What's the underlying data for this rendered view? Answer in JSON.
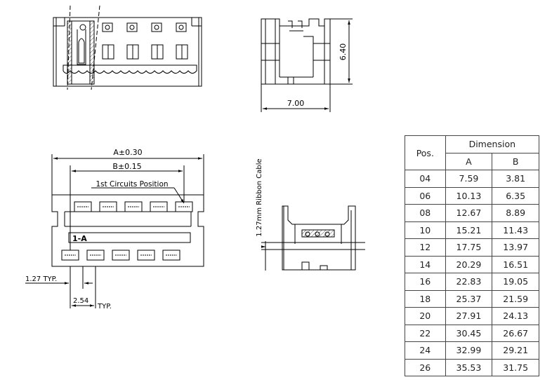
{
  "dimensions": {
    "height": "6.40",
    "width": "7.00",
    "a_dim": "A±0.30",
    "b_dim": "B±0.15",
    "first_circuit": "1st Circuits Position",
    "marker": "1-A",
    "pitch_127": "1.27 TYP.",
    "pitch_254": "2.54",
    "typ": "TYP.",
    "ribbon": "1.27mm Ribbon Cable"
  },
  "table": {
    "pos_header": "Pos.",
    "dim_header": "Dimension",
    "col_a": "A",
    "col_b": "B",
    "rows": [
      {
        "pos": "04",
        "a": "7.59",
        "b": "3.81"
      },
      {
        "pos": "06",
        "a": "10.13",
        "b": "6.35"
      },
      {
        "pos": "08",
        "a": "12.67",
        "b": "8.89"
      },
      {
        "pos": "10",
        "a": "15.21",
        "b": "11.43"
      },
      {
        "pos": "12",
        "a": "17.75",
        "b": "13.97"
      },
      {
        "pos": "14",
        "a": "20.29",
        "b": "16.51"
      },
      {
        "pos": "16",
        "a": "22.83",
        "b": "19.05"
      },
      {
        "pos": "18",
        "a": "25.37",
        "b": "21.59"
      },
      {
        "pos": "20",
        "a": "27.91",
        "b": "24.13"
      },
      {
        "pos": "22",
        "a": "30.45",
        "b": "26.67"
      },
      {
        "pos": "24",
        "a": "32.99",
        "b": "29.21"
      },
      {
        "pos": "26",
        "a": "35.53",
        "b": "31.75"
      }
    ]
  }
}
